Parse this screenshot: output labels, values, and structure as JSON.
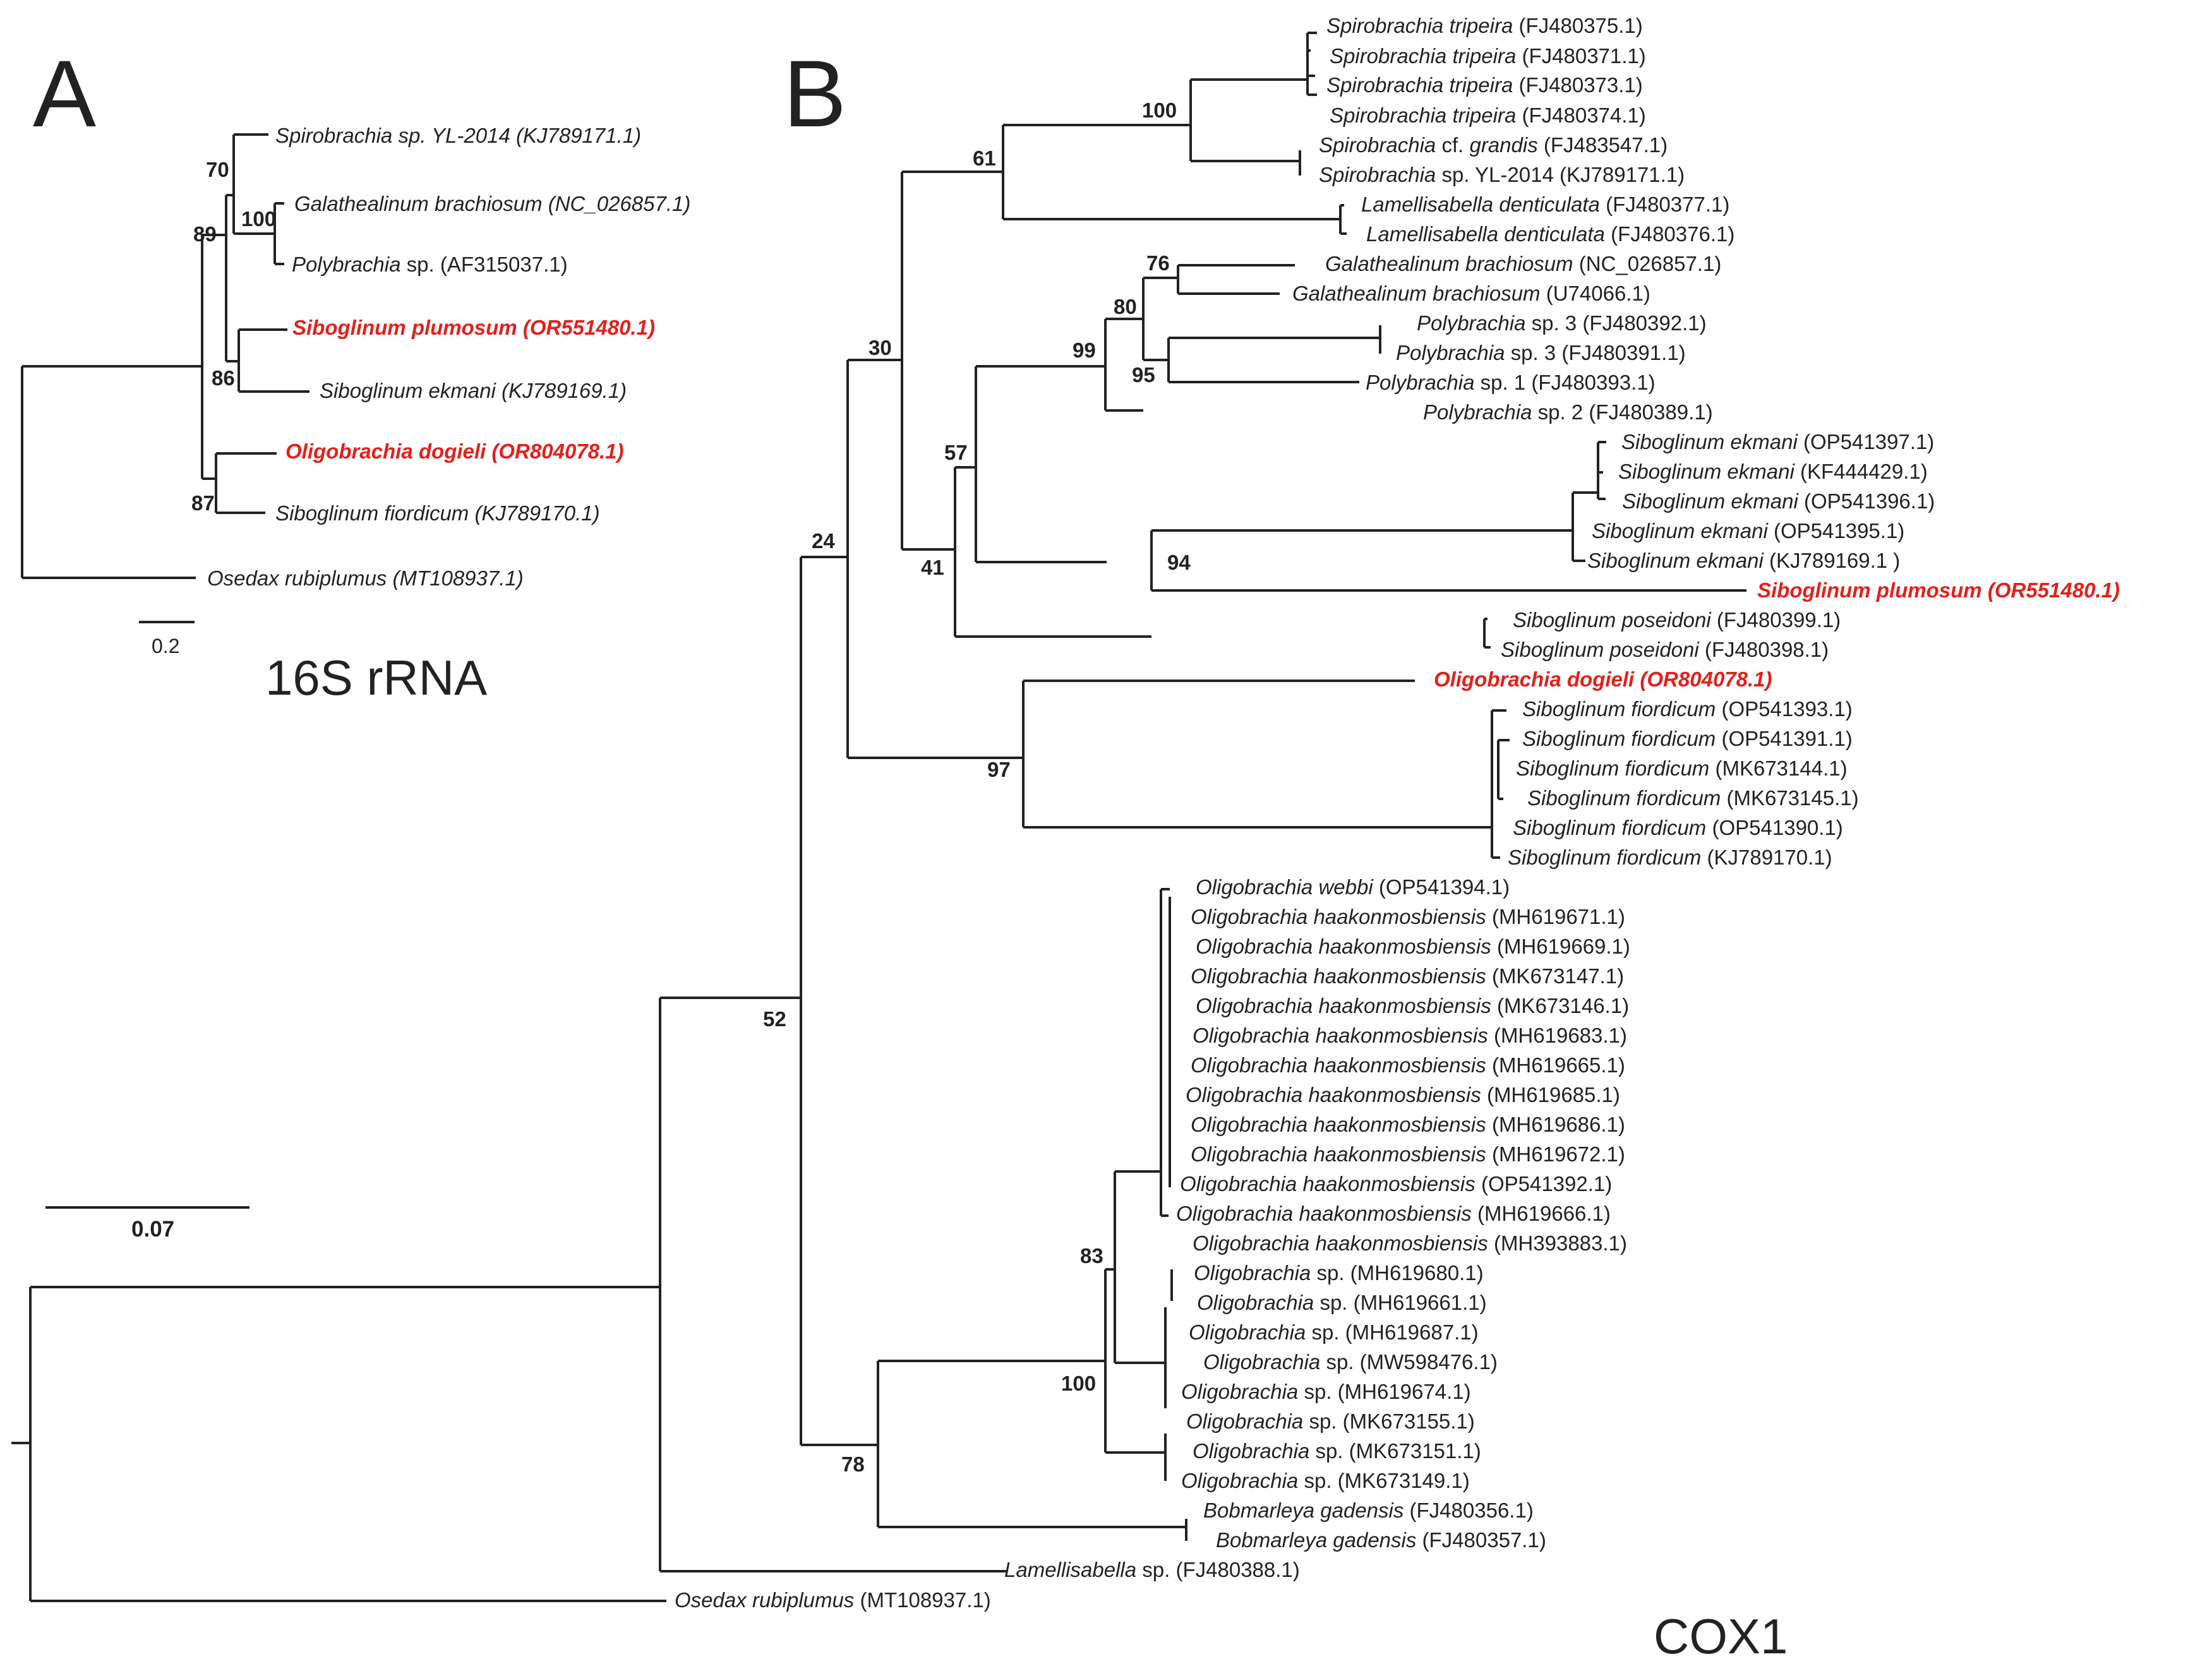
{
  "colors": {
    "branch": "#222222",
    "text": "#222222",
    "highlight": "#e3201b"
  },
  "panel_a": {
    "letter": "A",
    "gene": "16S rRNA",
    "scale_label": "0.2",
    "taxa": [
      {
        "name": "Spirobrachia sp. YL-2014",
        "acc": "(KJ789171.1)",
        "italic_all": true,
        "highlight": false
      },
      {
        "name": "Galathealinum brachiosum",
        "acc": "(NC_026857.1)",
        "italic_all": true,
        "highlight": false
      },
      {
        "name": "Polybrachia",
        "suffix": " sp.",
        "acc": "(AF315037.1)",
        "italic_all": false,
        "highlight": false
      },
      {
        "name": "Siboglinum plumosum",
        "acc": "(OR551480.1)",
        "italic_all": true,
        "highlight": true
      },
      {
        "name": "Siboglinum ekmani",
        "acc": "(KJ789169.1)",
        "italic_all": true,
        "highlight": false
      },
      {
        "name": "Oligobrachia dogieli",
        "acc": "(OR804078.1)",
        "italic_all": true,
        "highlight": true
      },
      {
        "name": "Siboglinum fiordicum",
        "acc": "(KJ789170.1)",
        "italic_all": true,
        "highlight": false
      },
      {
        "name": "Osedax rubiplumus",
        "acc": "(MT108937.1)",
        "italic_all": true,
        "highlight": false
      }
    ],
    "supports": [
      "70",
      "100",
      "89",
      "86",
      "87"
    ]
  },
  "panel_b": {
    "letter": "B",
    "gene": "COX1",
    "scale_label": "0.07",
    "taxa": [
      {
        "name": "Spirobrachia tripeira",
        "acc": "(FJ480375.1)"
      },
      {
        "name": "Spirobrachia tripeira",
        "acc": "(FJ480371.1)"
      },
      {
        "name": "Spirobrachia tripeira",
        "acc": "(FJ480373.1)"
      },
      {
        "name": "Spirobrachia tripeira",
        "acc": "(FJ480374.1)"
      },
      {
        "name": "Spirobrachia",
        "suffix": " cf. ",
        "name2": "grandis",
        "acc": "(FJ483547.1)"
      },
      {
        "name": "Spirobrachia",
        "suffix": " sp. YL-2014",
        "acc": "(KJ789171.1)"
      },
      {
        "name": "Lamellisabella denticulata",
        "acc": "(FJ480377.1)"
      },
      {
        "name": "Lamellisabella denticulata",
        "acc": "(FJ480376.1)"
      },
      {
        "name": "Galathealinum brachiosum",
        "acc": "(NC_026857.1)"
      },
      {
        "name": "Galathealinum brachiosum",
        "acc": "(U74066.1)"
      },
      {
        "name": "Polybrachia",
        "suffix": " sp. 3",
        "acc": "(FJ480392.1)"
      },
      {
        "name": "Polybrachia",
        "suffix": " sp. 3",
        "acc": "(FJ480391.1)"
      },
      {
        "name": "Polybrachia",
        "suffix": " sp. 1",
        "acc": "(FJ480393.1)"
      },
      {
        "name": "Polybrachia",
        "suffix": " sp. 2",
        "acc": "(FJ480389.1)"
      },
      {
        "name": "Siboglinum ekmani",
        "acc": "(OP541397.1)"
      },
      {
        "name": "Siboglinum ekmani",
        "acc": "(KF444429.1)"
      },
      {
        "name": "Siboglinum ekmani",
        "acc": "(OP541396.1)"
      },
      {
        "name": "Siboglinum  ekmani",
        "acc": "(OP541395.1)"
      },
      {
        "name": "Siboglinum ekmani",
        "acc": "(KJ789169.1 )"
      },
      {
        "name": "Siboglinum plumosum",
        "acc": "(OR551480.1)",
        "highlight": true
      },
      {
        "name": "Siboglinum poseidoni",
        "acc": "(FJ480399.1)"
      },
      {
        "name": "Siboglinum poseidoni",
        "acc": "(FJ480398.1)"
      },
      {
        "name": "Oligobrachia dogieli",
        "acc": "(OR804078.1)",
        "highlight": true
      },
      {
        "name": "Siboglinum fiordicum",
        "acc": "(OP541393.1)"
      },
      {
        "name": "Siboglinum fiordicum",
        "acc": "(OP541391.1)"
      },
      {
        "name": "Siboglinum fiordicum",
        "acc": "(MK673144.1)"
      },
      {
        "name": "Siboglinum fiordicum",
        "acc": "(MK673145.1)"
      },
      {
        "name": "Siboglinum fiordicum",
        "acc": "(OP541390.1)"
      },
      {
        "name": "Siboglinum fiordicum",
        "acc": "(KJ789170.1)"
      },
      {
        "name": "Oligobrachia webbi",
        "acc": "(OP541394.1)"
      },
      {
        "name": "Oligobrachia haakonmosbiensis",
        "acc": "(MH619671.1)"
      },
      {
        "name": "Oligobrachia haakonmosbiensis",
        "acc": "(MH619669.1)"
      },
      {
        "name": "Oligobrachia haakonmosbiensis",
        "acc": "(MK673147.1)"
      },
      {
        "name": "Oligobrachia haakonmosbiensis",
        "acc": "(MK673146.1)"
      },
      {
        "name": "Oligobrachia haakonmosbiensis",
        "acc": "(MH619683.1)"
      },
      {
        "name": "Oligobrachia haakonmosbiensis",
        "acc": "(MH619665.1)"
      },
      {
        "name": "Oligobrachia haakonmosbiensis",
        "acc": "(MH619685.1)"
      },
      {
        "name": "Oligobrachia haakonmosbiensis",
        "acc": "(MH619686.1)"
      },
      {
        "name": "Oligobrachia haakonmosbiensis",
        "acc": "(MH619672.1)"
      },
      {
        "name": "Oligobrachia haakonmosbiensis",
        "acc": "(OP541392.1)"
      },
      {
        "name": "Oligobrachia haakonmosbiensis",
        "acc": "(MH619666.1)"
      },
      {
        "name": "Oligobrachia haakonmosbiensis",
        "acc": "(MH393883.1)"
      },
      {
        "name": "Oligobrachia",
        "suffix": " sp.",
        "acc": "(MH619680.1)"
      },
      {
        "name": "Oligobrachia",
        "suffix": " sp.",
        "acc": "(MH619661.1)"
      },
      {
        "name": "Oligobrachia",
        "suffix": " sp.",
        "acc": "(MH619687.1)"
      },
      {
        "name": "Oligobrachia",
        "suffix": " sp.",
        "acc": "(MW598476.1)"
      },
      {
        "name": "Oligobrachia",
        "suffix": " sp.",
        "acc": "(MH619674.1)"
      },
      {
        "name": "Oligobrachia",
        "suffix": " sp.",
        "acc": "(MK673155.1)"
      },
      {
        "name": "Oligobrachia",
        "suffix": " sp.",
        "acc": "(MK673151.1)"
      },
      {
        "name": "Oligobrachia",
        "suffix": " sp.",
        "acc": "(MK673149.1)"
      },
      {
        "name": "Bobmarleya gadensis",
        "acc": "(FJ480356.1)"
      },
      {
        "name": "Bobmarleya gadensis",
        "acc": "(FJ480357.1)"
      },
      {
        "name": "Lamellisabella",
        "suffix": " sp.",
        "acc": "(FJ480388.1)"
      },
      {
        "name": "Osedax rubiplumus",
        "acc": "(MT108937.1)"
      }
    ],
    "supports": [
      "100",
      "61",
      "76",
      "80",
      "99",
      "95",
      "30",
      "57",
      "94",
      "41",
      "24",
      "97",
      "52",
      "83",
      "100",
      "78"
    ]
  }
}
